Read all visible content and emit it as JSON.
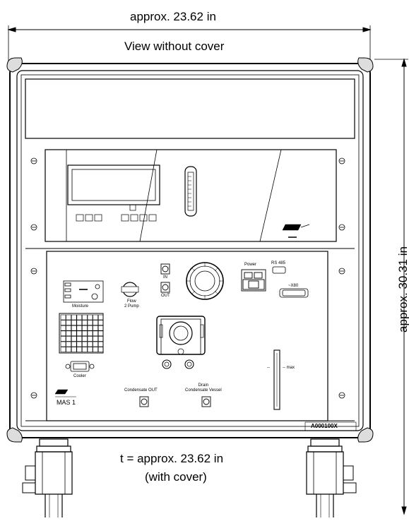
{
  "dimensions": {
    "width_label": "approx. 23.62 in",
    "view_label": "View without cover",
    "height_label": "approx. 30.31 in",
    "depth_label": "t = approx. 23.62 in",
    "depth_note": "(with cover)"
  },
  "panel_labels": {
    "in": "IN",
    "out": "OUT",
    "power": "Power",
    "rs485": "RS 485",
    "x80": "~X80",
    "moisture": "Moisture",
    "flow_pump": "Flow\n2 Pump",
    "cooler": "Cooler",
    "model": "MAS 1",
    "condensate_out": "Condensate OUT",
    "drain_vessel": "Drain\nCondensate Vessel",
    "max": "-- max",
    "min": "--",
    "part_number": "A000100X"
  }
}
